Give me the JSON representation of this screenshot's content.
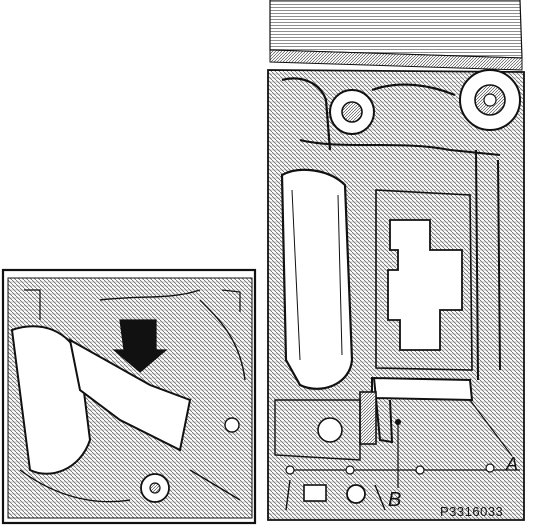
{
  "figure": {
    "labels": {
      "a": "A",
      "b": "B",
      "code": "P3316033"
    },
    "colors": {
      "ink": "#111111",
      "paper": "#ffffff",
      "hatch": "#444444"
    }
  }
}
